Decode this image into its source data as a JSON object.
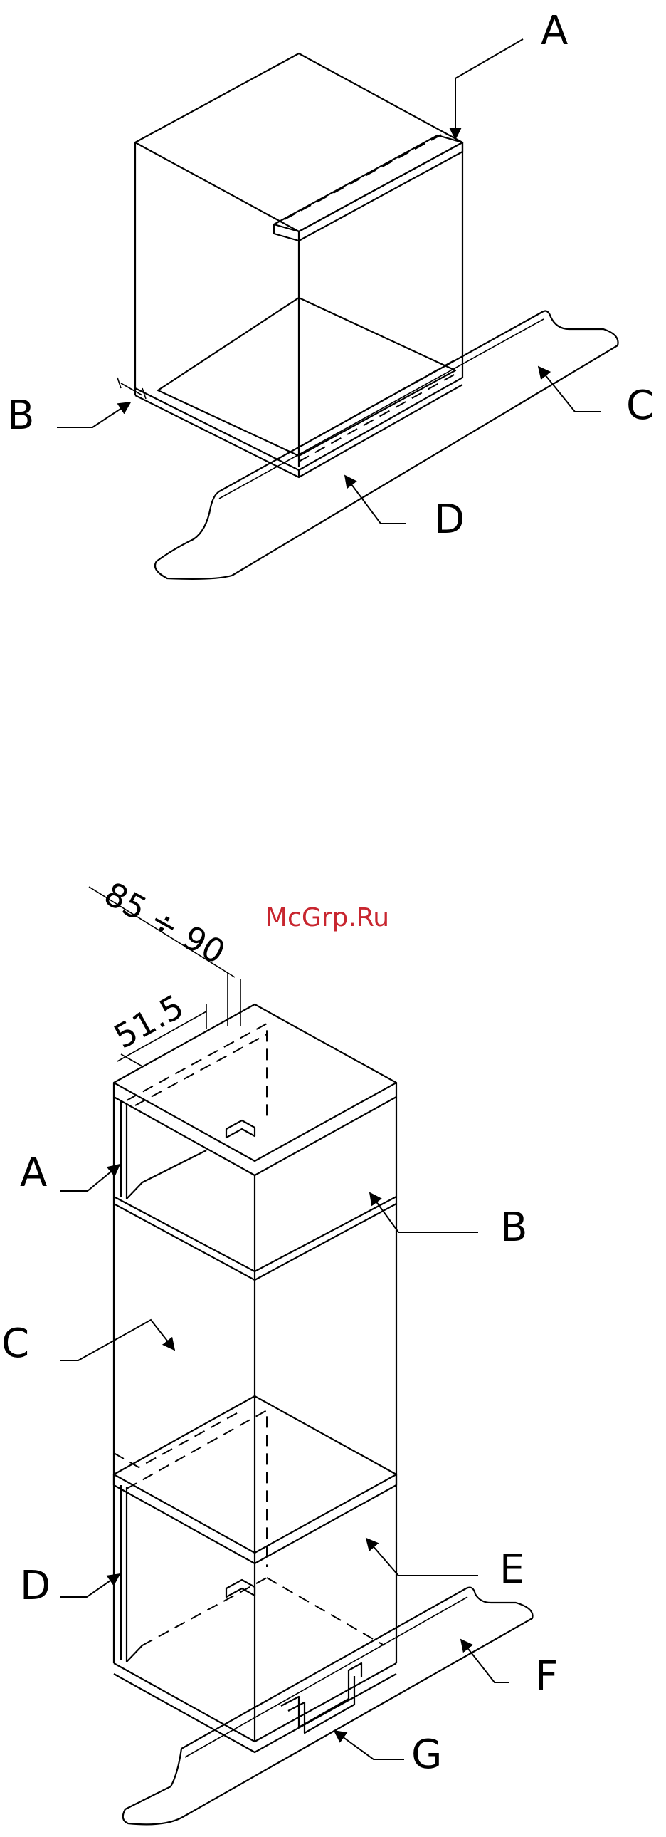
{
  "watermark": "McGrp.Ru",
  "figure_top": {
    "labels": {
      "a": "A",
      "b": "B",
      "c": "C",
      "d": "D"
    }
  },
  "figure_bottom": {
    "dimension_outer": "85 ÷ 90",
    "dimension_inner": "51.5",
    "labels": {
      "a": "A",
      "b": "B",
      "c": "C",
      "d": "D",
      "e": "E",
      "f": "F",
      "g": "G"
    }
  }
}
